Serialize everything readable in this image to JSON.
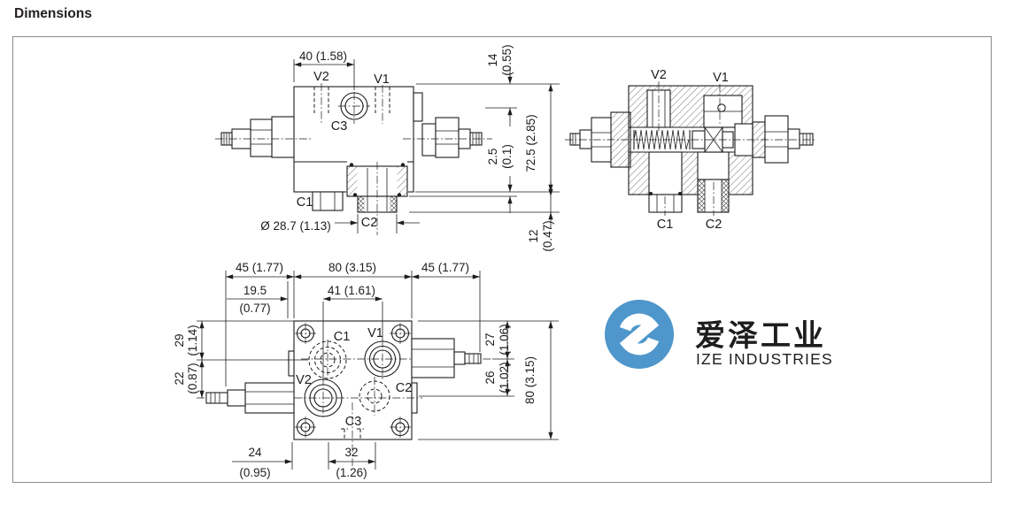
{
  "header": {
    "title": "Dimensions"
  },
  "watermark": {
    "cn": "爱泽工业",
    "en": "IZE INDUSTRIES",
    "blue": "#4e96cb",
    "text_dark": "#3e3a39",
    "text_gray": "#8a8c8e"
  },
  "side": {
    "v2": "V2",
    "v1": "V1",
    "c3": "C3",
    "c1": "C1",
    "c2": "C2",
    "dim40": "40 (1.58)",
    "dia": "Ø 28.7 (1.13)",
    "d14": "14",
    "d14i": "(0.55)",
    "d25": "2.5",
    "d25i": "(0.1)",
    "d725": "72.5 (2.85)",
    "d12": "12",
    "d12i": "(0.47)"
  },
  "sect": {
    "v2": "V2",
    "v1": "V1",
    "c1": "C1",
    "c2": "C2"
  },
  "top": {
    "c1": "C1",
    "v1": "V1",
    "v2": "V2",
    "c2": "C2",
    "c3": "C3",
    "w45l": "45 (1.77)",
    "w80": "80 (3.15)",
    "w45r": "45 (1.77)",
    "d195": "19.5",
    "d195i": "(0.77)",
    "d41": "41 (1.61)",
    "d29": "29",
    "d29i": "(1.14)",
    "d22": "22",
    "d22i": "(0.87)",
    "d27": "27",
    "d27i": "(1.06)",
    "d26": "26",
    "d26i": "(1.02)",
    "d80": "80 (3.15)",
    "d24": "24",
    "d24i": "(0.95)",
    "d32": "32",
    "d32i": "(1.26)"
  }
}
